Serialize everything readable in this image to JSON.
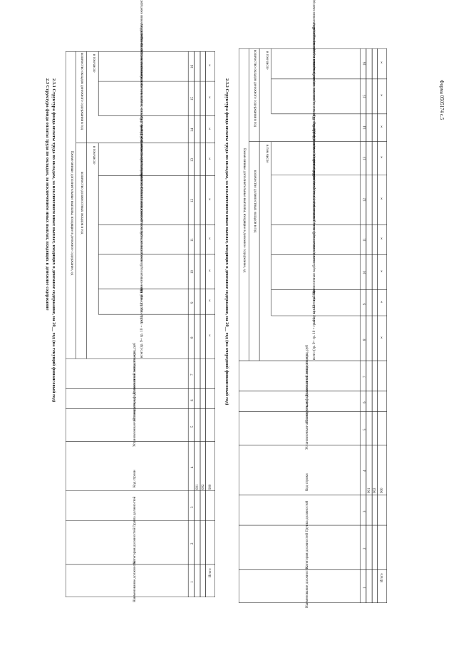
{
  "form_code": "Форма 0505174 с.5",
  "heading_2_3": "2.3 Структура фонда оплаты труда по окладам, за исключением иных выплат, входящих в денежное содержание",
  "heading_2_3_1": "2.3.1 Структура фонда оплаты труда по окладам, за исключением иных выплат, входящих в денежное содержание, на 20__ год (на текущий финансовый год)",
  "heading_2_3_2": "2.3.2 Структура фонда оплаты труда по окладам, за исключением иных выплат, входящих в денежное содержание, на 20__ год (на очередной финансовый год)",
  "columns": {
    "c1": "Наименование должности",
    "c2": "Категория должностей",
    "c3": "Группа должностей",
    "c4": "Код строки",
    "c5": "Установленная численность, ед",
    "c6": "Планируемая фактическая численность, ед",
    "c7": "Должностной оклад в месяц, руб",
    "group_header": "Ежемесячные дополнительные выплаты, входящие в денежное содержание, ед",
    "monthly_sub": "количество должностных окладов в год",
    "c8": "всего (гр. 9+ гр. 10 + гр. 11 + гр. 12 + гр. 13)",
    "in_total": "в том числе",
    "c9": "оклад за классный чин",
    "c10": "ежемесячная надбавка к должностному окладу за выслугу лет на гражданской службе",
    "c11": "ежемесячная надбавка к должностному окладу за особые условия гражданской службы",
    "c12": "ежемесячная процентная надбавка к должностному окладу за работу со сведениями, составляющими государственную тайну",
    "c13": "ежемесячное денежное поощрение",
    "other_sub": "количество окладов денежного содержания в год",
    "c14": "всего (гр. 15 + гр. 16)",
    "c15": "премии за выполнение особо важных и сложных заданий",
    "c16": "единовременная выплата при предоставлении ежегодного оплачиваемого отпуска и материальная помощь"
  },
  "col_numbers": [
    "1",
    "2",
    "3",
    "4",
    "5",
    "6",
    "7",
    "8",
    "9",
    "10",
    "11",
    "12",
    "13",
    "14",
    "15",
    "16"
  ],
  "rows": [
    {
      "code": "001",
      "x_cols": []
    },
    {
      "code": "002",
      "x_cols": []
    },
    {
      "code": "900",
      "label": "Итого",
      "x_cols": [
        "8",
        "9",
        "10",
        "11",
        "12",
        "13",
        "14",
        "15",
        "16"
      ]
    }
  ],
  "x_mark": "x",
  "total_label": "Итого"
}
